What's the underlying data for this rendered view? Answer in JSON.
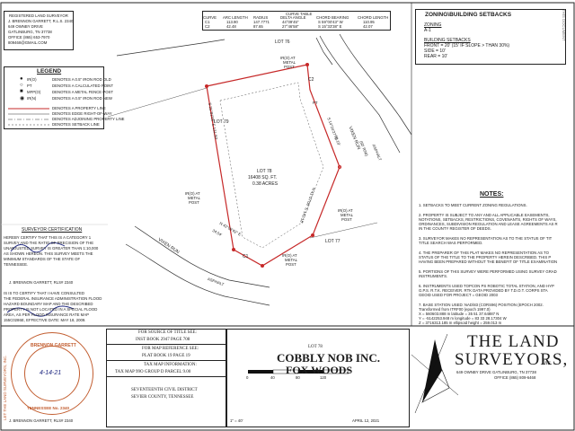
{
  "surveyor_box": {
    "title": "REGISTERED LAND SURVEYOR",
    "lines": [
      "J. BRENNON GARRETT, R.L.S. 2340",
      "649 OWNBY DRIVE",
      "GATLINBURG, TN 37738",
      "OFFICE (865) 653-7970",
      "809468@GMAIL.COM"
    ]
  },
  "curve_table": {
    "title": "CURVE TABLE",
    "headers": [
      "CURVE",
      "ARC LENGTH",
      "RADIUS",
      "DELTA ANGLE",
      "CHORD BEARING",
      "CHORD LENGTH"
    ],
    "rows": [
      [
        "C1",
        "113.90",
        "147.7771",
        "44°09'45\"",
        "S 59°00'43\" W",
        "110.95"
      ],
      [
        "C2",
        "42.48",
        "87.65",
        "27°46'58\"",
        "S 15°33'38\" E",
        "42.07"
      ]
    ]
  },
  "zoning": {
    "title": "ZONING\\BUILDING SETBACKS",
    "zoning_label": "ZONING",
    "zone": "A-1",
    "setbacks_label": "BUILDING SETBACKS",
    "front": "FRONT =  20' (15' IF SLOPE > THAN 30%)",
    "side": "SIDE    =  10'",
    "rear": "REAR    =  10'"
  },
  "legend": {
    "title": "LEGEND",
    "items": [
      {
        "sym": "IR(O)",
        "desc": "DENOTES A 0.5\" IRON ROD OLD"
      },
      {
        "sym": "PT",
        "desc": "DENOTES A CALCULATED POINT"
      },
      {
        "sym": "MFP(O)",
        "desc": "DENOTES A METAL FENCE POST"
      },
      {
        "sym": "IR(N)",
        "desc": "DENOTES A 0.5\" IRON ROD NEW"
      },
      {
        "sym": "",
        "desc": "DENOTES A PROPERTY LINE"
      },
      {
        "sym": "",
        "desc": "DENOTES EDGE RIGHT-OF-WAY"
      },
      {
        "sym": "",
        "desc": "DENOTES ADJOINING PROPERTY LINE"
      },
      {
        "sym": "",
        "desc": "DENOTES SETBACK LINE"
      }
    ]
  },
  "certification": {
    "title": "SURVEYOR CERTIFICATION",
    "para1": [
      "HEREBY CERTIFY THAT THIS IS A CATEGORY 1",
      "SURVEY AND THE RATIO OF PRECISION OF THE",
      "UNADJUSTED SURVEY IS GREATER THAN 1:10,000",
      "AS SHOWN HEREON. THIS SURVEY MEETS THE",
      "MINIMUM STANDARDS OF THE STATE OF",
      "TENNESSEE."
    ],
    "signature1": "J. BRENNON GARRETT, RLS# 2340",
    "para2": [
      "IS IS TO CERTIFY THAT I HAVE CONSULTED",
      "THE FEDERAL INSURANCE ADMINISTRATION FLOOD",
      "HAZARD BOUNDARY MAP AND THE DESCRIBED",
      "PROPERTY IS NOT LOCATED IN A SPECIAL FLOOD",
      "AREA, AS PER FLOOD INSURANCE RATE MAP",
      "155C0286E, EFFECTIVE DATE: MAY 18, 2009."
    ],
    "signature2": "J. BRENNON GARRETT, RLS# 2340"
  },
  "seal": {
    "top": "BRENNON GARRETT",
    "bottom": "TENNESSEE No. 2340",
    "date": "4-14-21",
    "side": "LET THE LAND SURVEYORS, INC."
  },
  "notes": {
    "title": "NOTES:",
    "items": [
      "1. SETBACKS TO MEET CURRENT ZONING REGULATIONS.",
      "2. PROPERTY IS SUBJECT TO ANY AND ALL APPLICABLE EASEMENTS,",
      "NOTATIONS, SETBACKS, RESTRICTIONS, COVENANTS, RIGHTS OF WAYS,",
      "ORDINANCES, SUBDIVISION REGULATION AND LEASE AGREEMENTS AS R",
      "IN THE COUNTY REGISTER OF DEEDS.",
      "3. SURVEYOR MAKES NO REPRESENTATION AS TO THE STATUS OF TIT",
      "TITLE SEARCH WAS PERFORMED.",
      "4. THE PREPARER OF THIS PLAT MAKES NO REPRESENTATION AS TO",
      "STATUS OF THE TITLE TO THE PROPERTY HEREIN DESCRIBED. THIS P",
      "HAVING BEEN PREPARED WITHOUT THE BENEFIT OF TITLE EXAMINATION",
      "5. PORTIONS OF THIS SURVEY WERE PERFORMED USING SURVEY GRAD",
      "INSTRUMENTS.",
      "6. INSTRUMENTS USED TOPCON PS ROBOTIC TOTAL STATION, AND HYP",
      "G.P.S. R.T.K. RECEIVER. RTK DATA PROVIDED BY T.D.O.T. CORPS STA",
      "GEOID USED FOR PROJECT = GEOID 2003",
      "7. BASE STATION USED: NAD\\83 (CORS96) POSITION (EPOCH 2002.",
      "Transformed from ITRF00 (epoch 1997.0)",
      "X = 560603.888 m  latitude  =  35 51 37.64887 N",
      "Y = -5142253.948 m  longitude =  83 33 28.17304 W",
      "Z = 3716313.185 m  ellipsoid height = 259.013 m"
    ]
  },
  "plan": {
    "lot_name": "LOT 78",
    "lot_area": "16408 SQ. FT.",
    "lot_acres": "0.38 ACRES",
    "lot_76": "LOT 76",
    "lot_79": "LOT 79",
    "lot_77": "LOT 77",
    "road_1": "VIXEN RUN",
    "road_2": "VIXEN RUN",
    "asphalt_1": "ASPHALT",
    "asphalt_2": "ASPHALT",
    "road_width": "(50' R/W)",
    "pt": "PT",
    "corner_nw_1": "IR(O) AT",
    "corner_nw_2": "METAL",
    "corner_nw_3": "POST",
    "corner_ne_1": "IR(O) AT",
    "corner_ne_2": "METAL",
    "corner_ne_3": "POST",
    "corner_sw_1": "IR(O) AT",
    "corner_sw_2": "METAL",
    "corner_sw_3": "POST",
    "corner_se_1": "IR(O) AT",
    "corner_se_2": "METAL",
    "corner_se_3": "POST",
    "c1": "C1",
    "c2": "C2",
    "bearing_w": "S 21°01'05\" E  131.50'",
    "bearing_e": "S 14°24'27\" E",
    "bearing_e_len": "80.19'",
    "bearing_s": "N 41°07'00\" E  142.18'",
    "bearing_sw": "N 43°09'42\" E",
    "bearing_sw_len": "34.54'"
  },
  "source_box": {
    "title1": "FOR SOURCE OF TITLE SEE:",
    "value1": "INST BOOK 2947 PAGE 708",
    "title2": "FOR MAP REFERENCE SEE:",
    "value2": "PLAT BOOK 19 PAGE 19",
    "title3": "TAX MAP INFORMATION:",
    "value3": "TAX MAP 99O GROUP D PARCEL 9.00",
    "district": "SEVENTEENTH CIVIL DISTRICT",
    "county": "SEVIER COUNTY, TENNESSEE"
  },
  "title_box": {
    "lot": "LOT 78",
    "owner": "COBBLY NOB INC.",
    "subdivision": "FOX WOODS",
    "scale_ticks": [
      "0",
      "40",
      "80",
      "120"
    ],
    "scale": "1\" = 40'",
    "date": "APRIL 12, 2021"
  },
  "company": {
    "name1": "THE LAND",
    "name2": "SURVEYORS,",
    "inc": "inc.",
    "address": "649 OWNBY DRIVE    GATLINBURG, TN 37738",
    "office": "OFFICE (865) 809-6468"
  },
  "edge_text": "THIS DOCUMENT"
}
